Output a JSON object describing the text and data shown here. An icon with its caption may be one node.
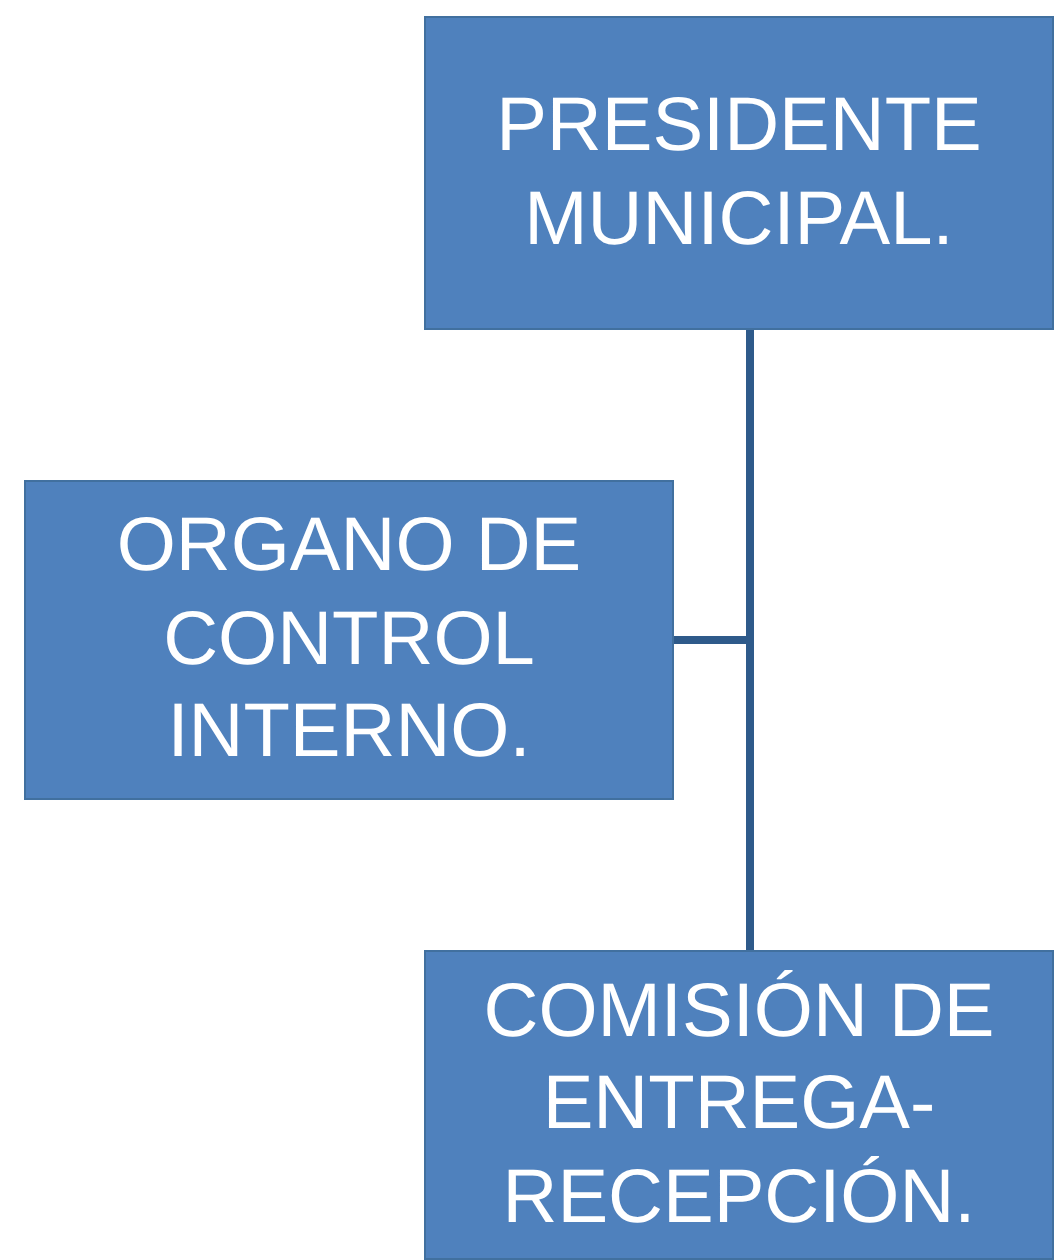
{
  "diagram": {
    "nodes": [
      {
        "text": [
          "PRESIDENTE MUNICIPAL."
        ]
      },
      {
        "text": [
          "ORGANO DE CONTROL INTERNO."
        ]
      },
      {
        "text": [
          "COMISIÓN DE ENTREGA-RECEPCIÓN."
        ]
      }
    ],
    "edges": [
      {
        "from": 0,
        "to": 1,
        "arrow": "none"
      },
      {
        "from": 0,
        "to": 2,
        "arrow": "none"
      }
    ]
  }
}
